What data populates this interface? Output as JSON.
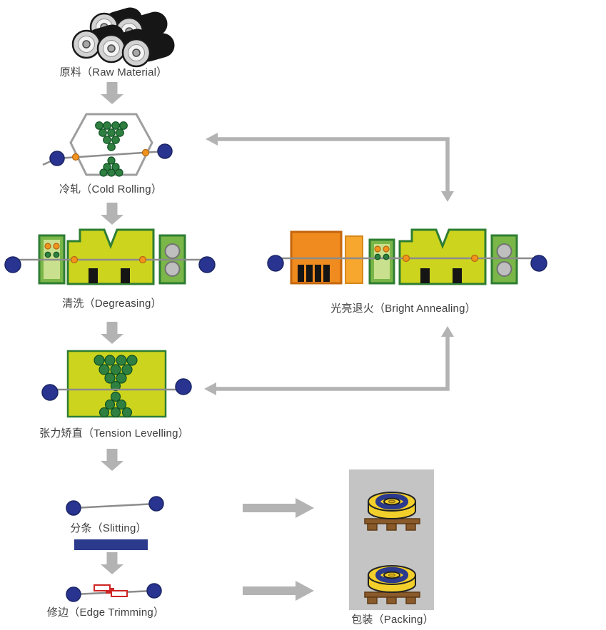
{
  "colors": {
    "arrow-gray": "#b3b3b3",
    "strip-gray": "#8c8c8c",
    "roll-blue": "#28348f",
    "machine-green": "#2e7d32",
    "machine-yellow": "#cdd41e",
    "tank-green": "#7ab648",
    "tank-green-light": "#c9e08e",
    "dot-orange": "#f0941e",
    "orange-box": "#ef8b1f",
    "orange-stripe": "#f7a62e",
    "cluster-green": "#2f8040",
    "panel-gray": "#c4c4c4",
    "coil-yellow": "#f2cf2a",
    "coil-blue": "#2b3a8c",
    "pallet-brown": "#8a5a2a",
    "slit-bar-blue": "#2b3a8c",
    "red-accent": "#cf2424",
    "label-color": "#3f3f3f"
  },
  "diagram": {
    "type": "process-flow",
    "nodes": {
      "raw_material": {
        "label": "原料（Raw Material）"
      },
      "cold_rolling": {
        "label": "冷轧（Cold Rolling）"
      },
      "degreasing": {
        "label": "清洗（Degreasing）"
      },
      "bright_annealing": {
        "label": "光亮退火（Bright Annealing）"
      },
      "tension_levelling": {
        "label": "张力矫直（Tension Levelling）"
      },
      "slitting": {
        "label": "分条（Slitting）"
      },
      "edge_trimming": {
        "label": "修边（Edge Trimming）"
      },
      "packing": {
        "label": "包装（Packing）"
      }
    },
    "connections": [
      {
        "from": "raw_material",
        "to": "cold_rolling"
      },
      {
        "from": "cold_rolling",
        "to": "degreasing"
      },
      {
        "from": "cold_rolling",
        "to": "bright_annealing",
        "bidirectional": true
      },
      {
        "from": "degreasing",
        "to": "tension_levelling"
      },
      {
        "from": "bright_annealing",
        "to": "tension_levelling",
        "bidirectional": true
      },
      {
        "from": "tension_levelling",
        "to": "slitting"
      },
      {
        "from": "slitting",
        "to": "edge_trimming"
      },
      {
        "from": "slitting",
        "to": "packing"
      },
      {
        "from": "edge_trimming",
        "to": "packing"
      }
    ]
  }
}
